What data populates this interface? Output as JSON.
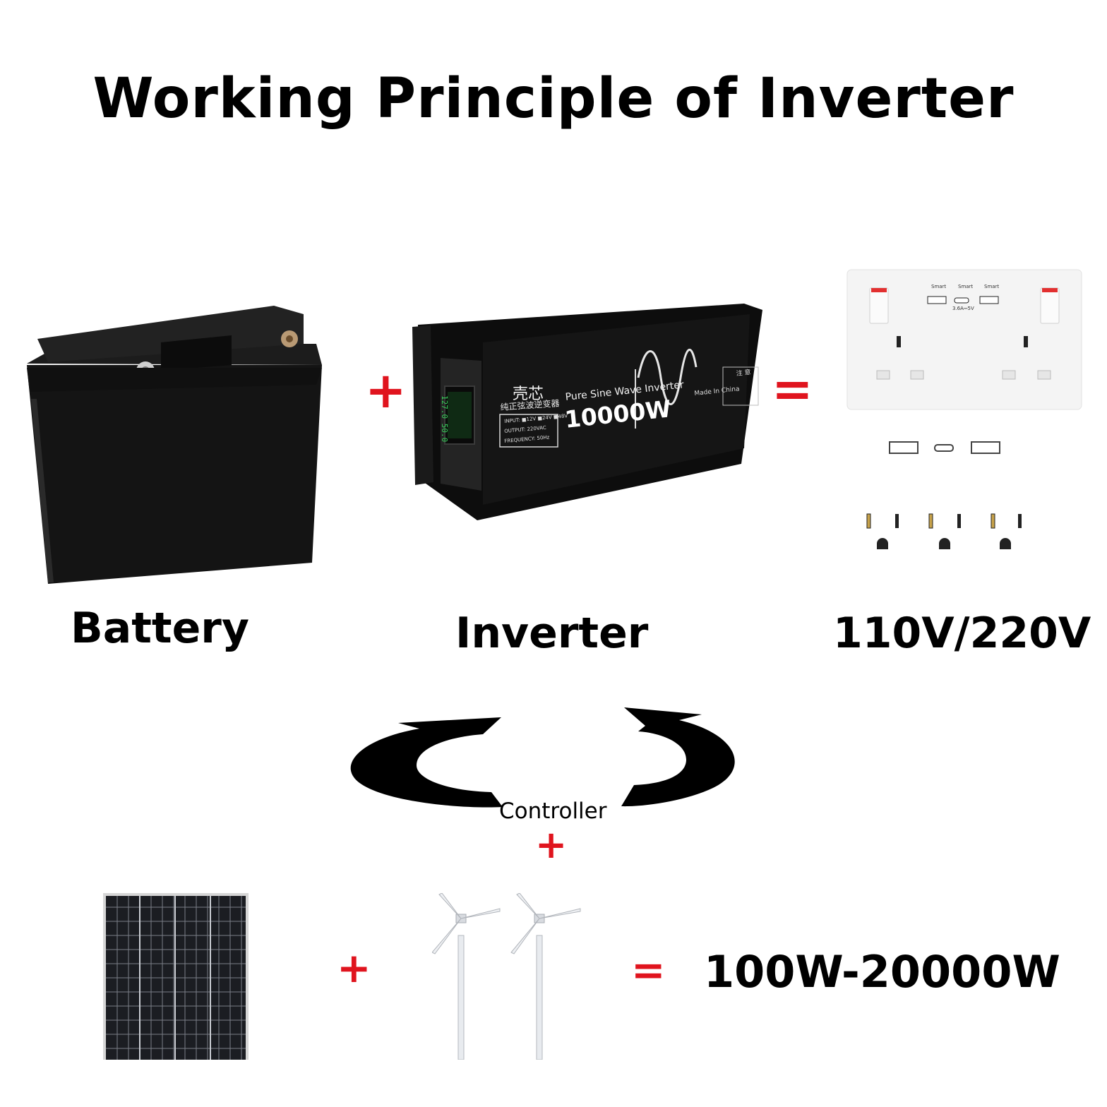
{
  "title": "Working Principle of Inverter",
  "battery": {
    "label": "Battery"
  },
  "inverter": {
    "label": "Inverter",
    "brand": "壳芯",
    "cn_name": "纯正弦波逆变器",
    "model_line": "Pure Sine Wave Inverter",
    "power": "10000W",
    "made_in": "Made In China",
    "spec_input": "INPUT: ■12V ■24V ■48V",
    "spec_output": "OUTPUT: 220VAC",
    "spec_frequency": "FREQUENCY: 50Hz",
    "display_reading": "127.0 50.0",
    "caution": "注 意"
  },
  "socket": {
    "label": "110V/220V",
    "port_labels": [
      "Smart",
      "Smart",
      "Smart"
    ],
    "port_rating": "3.6A⎓5V"
  },
  "operators": {
    "plus": "+",
    "equals": "="
  },
  "controller": {
    "label": "Controller"
  },
  "generation": {
    "output_range": "100W-20000W"
  },
  "colors": {
    "accent_red": "#e0141e",
    "text": "#000000"
  }
}
